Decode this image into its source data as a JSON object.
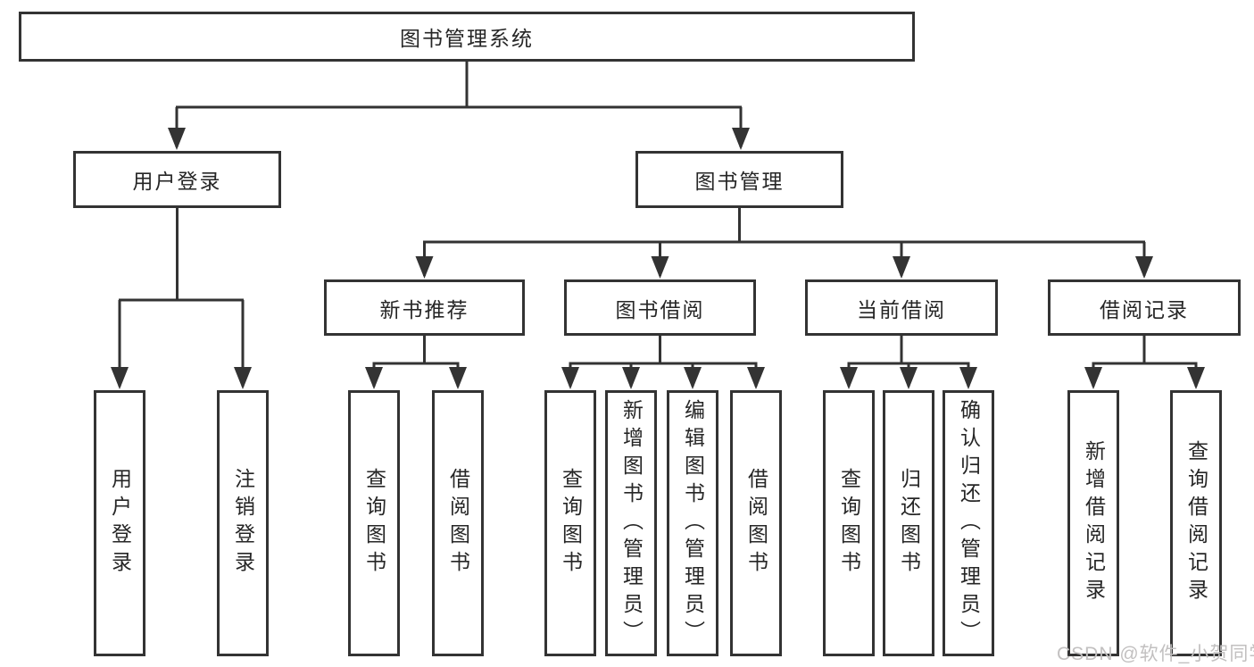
{
  "diagram": {
    "root": {
      "label": "图书管理系统"
    },
    "level2": [
      {
        "label": "用户登录"
      },
      {
        "label": "图书管理"
      }
    ],
    "level3": [
      {
        "label": "新书推荐",
        "parent": "图书管理"
      },
      {
        "label": "图书借阅",
        "parent": "图书管理"
      },
      {
        "label": "当前借阅",
        "parent": "图书管理"
      },
      {
        "label": "借阅记录",
        "parent": "图书管理"
      }
    ],
    "leaves": [
      {
        "label": "用户登录",
        "parent": "用户登录"
      },
      {
        "label": "注销登录",
        "parent": "用户登录"
      },
      {
        "label": "查询图书",
        "parent": "新书推荐"
      },
      {
        "label": "借阅图书",
        "parent": "新书推荐"
      },
      {
        "label": "查询图书",
        "parent": "图书借阅"
      },
      {
        "label": "新增图书（管理员）",
        "parent": "图书借阅"
      },
      {
        "label": "编辑图书（管理员）",
        "parent": "图书借阅"
      },
      {
        "label": "借阅图书",
        "parent": "图书借阅"
      },
      {
        "label": "查询图书",
        "parent": "当前借阅"
      },
      {
        "label": "归还图书",
        "parent": "当前借阅"
      },
      {
        "label": "确认归还（管理员）",
        "parent": "当前借阅"
      },
      {
        "label": "新增借阅记录",
        "parent": "借阅记录"
      },
      {
        "label": "查询借阅记录",
        "parent": "借阅记录"
      }
    ],
    "colors": {
      "line": "#333333",
      "text": "#262626",
      "background": "#ffffff",
      "watermark": "#c2c0c0"
    }
  },
  "watermark": {
    "text": "CSDN @软件_小贺同学"
  }
}
